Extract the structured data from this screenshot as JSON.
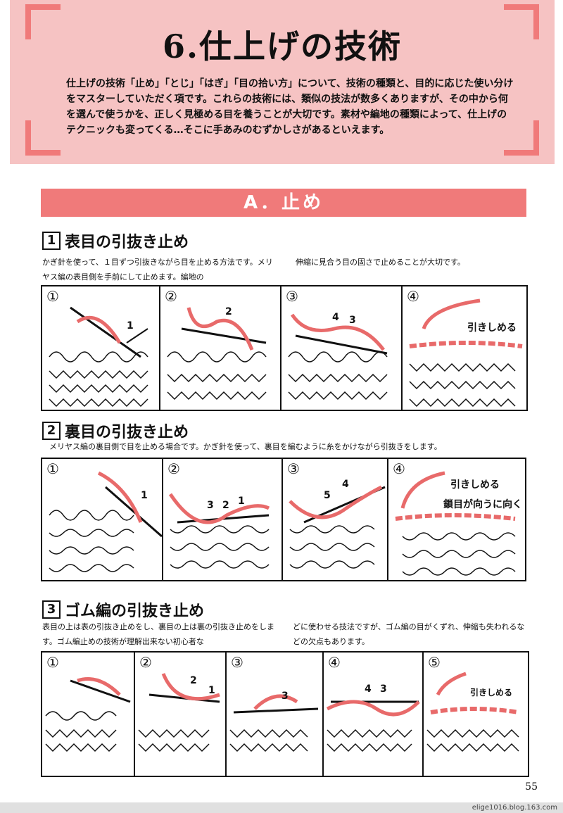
{
  "header": {
    "title": "6.仕上げの技術",
    "intro": "仕上げの技術「止め」「とじ」「はぎ」「目の拾い方」について、技術の種類と、目的に応じた使い分けをマスターしていただく項です。これらの技術には、類似の技法が数多くありますが、その中から何を選んで使うかを、正しく見極める目を養うことが大切です。素材や編地の種類によって、仕上げのテクニックも変ってくる…そこに手あみのむずかしさがあるといえます。"
  },
  "section_a": "A．止め",
  "s1": {
    "num": "1",
    "title": "表目の引抜き止め",
    "desc_left": "かぎ針を使って、１目ずつ引抜きながら目を止める方法です。メリヤス編の表目側を手前にして止めます。編地の",
    "desc_right": "伸縮に見合う目の固さで止めることが大切です。",
    "steps": [
      "①",
      "②",
      "③",
      "④"
    ],
    "labels": {
      "p1": "1",
      "p2": "2",
      "p3a": "4",
      "p3b": "3",
      "p4": "引きしめる"
    }
  },
  "s2": {
    "num": "2",
    "title": "裏目の引抜き止め",
    "desc": "メリヤス編の裏目側で目を止める場合です。かぎ針を使って、裏目を編むように糸をかけながら引抜きをします。",
    "steps": [
      "①",
      "②",
      "③",
      "④"
    ],
    "labels": {
      "p1": "1",
      "p2a": "3",
      "p2b": "2",
      "p2c": "1",
      "p3a": "5",
      "p3b": "4",
      "p4a": "引きしめる",
      "p4b": "鎖目が向うに向く"
    }
  },
  "s3": {
    "num": "3",
    "title": "ゴム編の引抜き止め",
    "desc_left": "表目の上は表の引抜き止めをし、裏目の上は裏の引抜き止めをします。ゴム編止めの技術が理解出来ない初心者な",
    "desc_right": "どに使わせる技法ですが、ゴム編の目がくずれ、伸縮も失われるなどの欠点もあります。",
    "steps": [
      "①",
      "②",
      "③",
      "④",
      "⑤"
    ],
    "labels": {
      "p2a": "2",
      "p2b": "1",
      "p3": "3",
      "p4a": "4",
      "p4b": "3",
      "p5": "引きしめる"
    }
  },
  "page_number": "55",
  "credit": "elige1016.blog.163.com",
  "colors": {
    "accent": "#f07a7a",
    "header_bg": "#f6c3c3",
    "yarn": "#e86a6a"
  }
}
